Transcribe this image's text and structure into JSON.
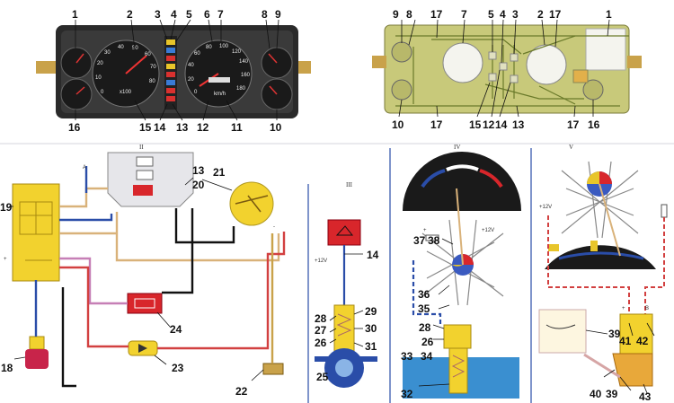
{
  "callouts": {
    "c1": "1",
    "c2": "2",
    "c3": "3",
    "c4": "4",
    "c5": "5",
    "c6": "6",
    "c7": "7",
    "c8": "8",
    "c9": "9",
    "c10": "10",
    "c11": "11",
    "c12": "12",
    "c13": "13",
    "c14": "14",
    "c15": "15",
    "c16": "16",
    "c17": "17",
    "c18": "18",
    "c19": "19",
    "c20": "20",
    "c21": "21",
    "c22": "22",
    "c23": "23",
    "c24": "24",
    "c25": "25",
    "c26": "26",
    "c27": "27",
    "c28": "28",
    "c29": "29",
    "c30": "30",
    "c31": "31",
    "c32": "32",
    "c33": "33",
    "c34": "34",
    "c35": "35",
    "c36": "36",
    "c37": "37",
    "c38": "38",
    "c39": "39",
    "c40": "40",
    "c41": "41",
    "c42": "42",
    "c43": "43"
  },
  "section_labels": {
    "II": "II",
    "III": "III",
    "IV": "IV",
    "V": "V"
  },
  "tach_scale": [
    "0",
    "10",
    "20",
    "30",
    "40",
    "50",
    "60",
    "70",
    "80"
  ],
  "speedo_scale": [
    "0",
    "20",
    "40",
    "60",
    "80",
    "100",
    "120",
    "140",
    "160",
    "180"
  ],
  "speedo_unit": "km/h",
  "tach_unit": "x100",
  "wire_tags": {
    "supply_12v": "+12V",
    "plus": "+",
    "ground": "-",
    "wire_a": "A",
    "wire_b": "B"
  },
  "colors": {
    "panel": "#2a2a2a",
    "pcb": "#c8c97a",
    "yellow_component": "#f2d22e",
    "red_component": "#d8262b",
    "gauge_face": "#1a1a1a",
    "water": "#3a8fd0",
    "wire_blue": "#2a4da8",
    "wire_red": "#d24040",
    "wire_tan": "#d9b27a",
    "wire_black": "#111"
  }
}
